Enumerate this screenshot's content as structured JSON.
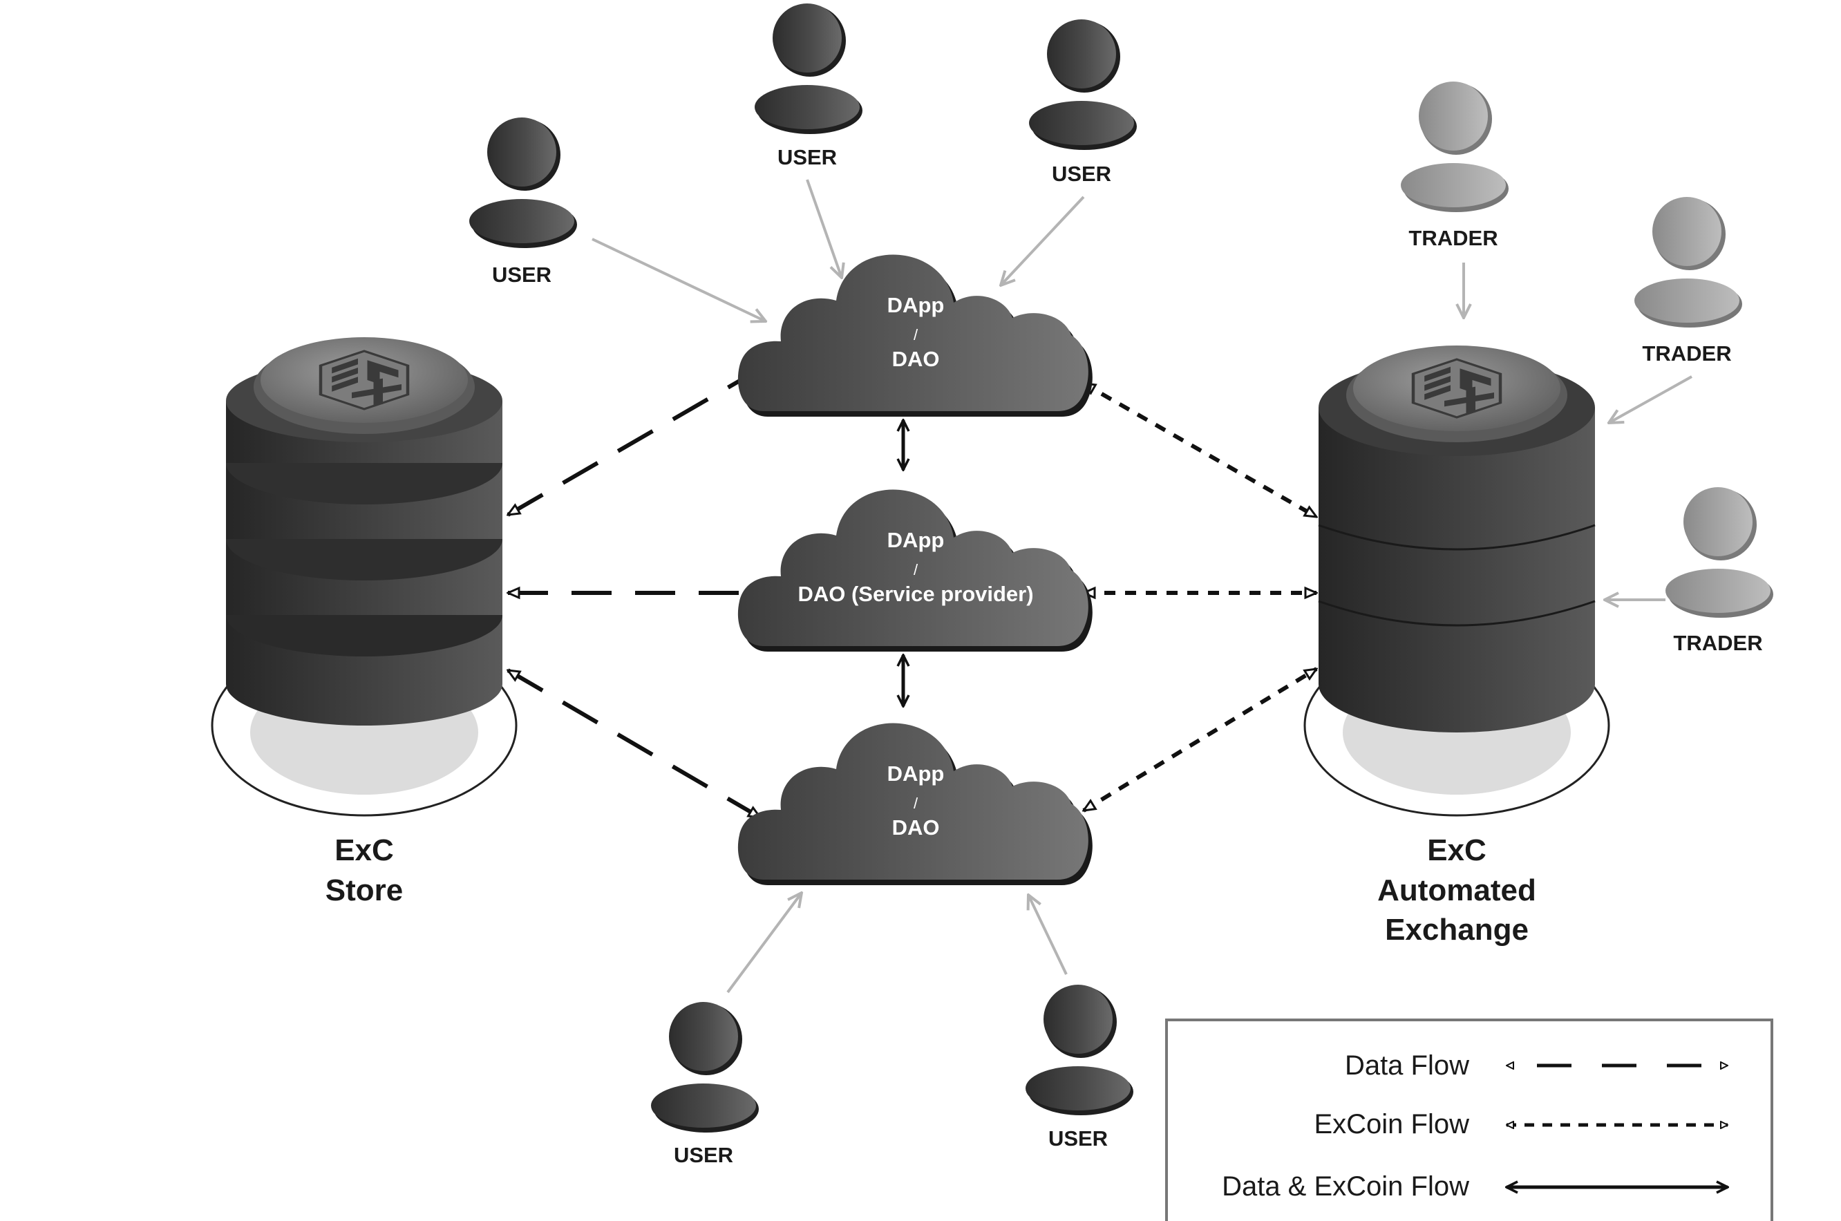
{
  "nodes": {
    "store": {
      "line1": "ExC",
      "line2": "Store"
    },
    "exchange": {
      "line1": "ExC",
      "line2": "Automated",
      "line3": "Exchange"
    }
  },
  "clouds": {
    "top": {
      "line1": "DApp",
      "slash": "/",
      "line2": "DAO"
    },
    "middle": {
      "line1": "DApp",
      "slash": "/",
      "line2": "DAO (Service provider)"
    },
    "bottom": {
      "line1": "DApp",
      "slash": "/",
      "line2": "DAO"
    }
  },
  "people": {
    "user_label": "USER",
    "trader_label": "TRADER"
  },
  "legend": {
    "data_flow": "Data Flow",
    "excoin_flow": "ExCoin Flow",
    "data_excoin_flow": "Data & ExCoin Flow"
  },
  "colors": {
    "dark_gray": "#3a3a3a",
    "light_gray": "#9a9a9a",
    "arrow_gray": "#b4b4b4",
    "ink": "#111111"
  }
}
